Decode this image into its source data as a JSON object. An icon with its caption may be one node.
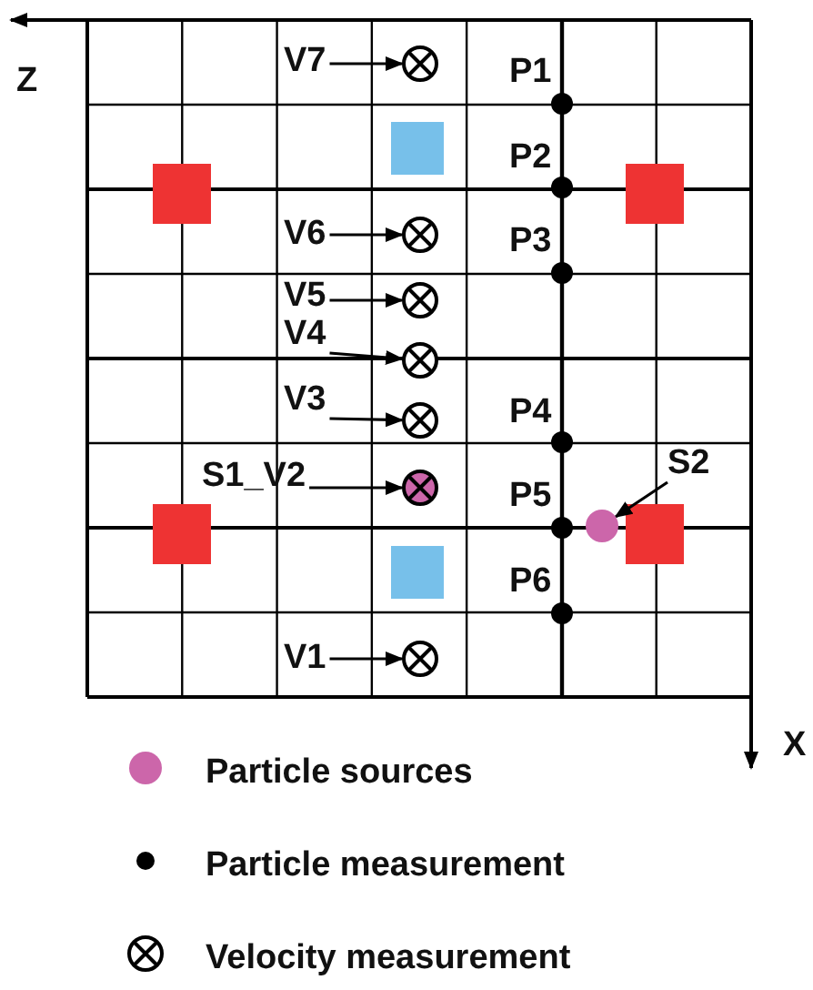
{
  "diagram": {
    "nodes": [
      {
        "text": [
          "V7"
        ]
      },
      {
        "text": [],
        "shape": "circle"
      },
      {
        "text": [
          "V6"
        ]
      },
      {
        "text": [],
        "shape": "circle"
      },
      {
        "text": [
          "V5"
        ]
      },
      {
        "text": [],
        "shape": "circle"
      },
      {
        "text": [
          "V4"
        ]
      },
      {
        "text": [],
        "shape": "circle"
      },
      {
        "text": [
          "V3"
        ]
      },
      {
        "text": [],
        "shape": "circle"
      },
      {
        "text": [
          "S1_V2"
        ]
      },
      {
        "text": [],
        "shape": "circle"
      },
      {
        "text": [
          "V1"
        ]
      },
      {
        "text": [],
        "shape": "circle"
      },
      {
        "text": [
          "S2"
        ]
      },
      {
        "text": [],
        "shape": "circle"
      }
    ],
    "edges": [
      {
        "from": 0,
        "to": 1,
        "arrow": "to"
      },
      {
        "from": 2,
        "to": 3,
        "arrow": "to"
      },
      {
        "from": 4,
        "to": 5,
        "arrow": "to"
      },
      {
        "from": 6,
        "to": 7,
        "arrow": "to"
      },
      {
        "from": 8,
        "to": 9,
        "arrow": "to"
      },
      {
        "from": 10,
        "to": 11,
        "arrow": "to"
      },
      {
        "from": 12,
        "to": 13,
        "arrow": "to"
      },
      {
        "from": 14,
        "to": 15,
        "arrow": "to"
      }
    ],
    "labels": [
      "Z",
      "P1",
      "P2",
      "P3",
      "P4",
      "P5",
      "P6",
      "X"
    ],
    "legend": [
      {
        "text": "Particle sources",
        "color": "#cc66aa"
      },
      {
        "text": "Particle measurement",
        "color": "#000000"
      },
      {
        "text": "Velocity measurement"
      }
    ]
  }
}
